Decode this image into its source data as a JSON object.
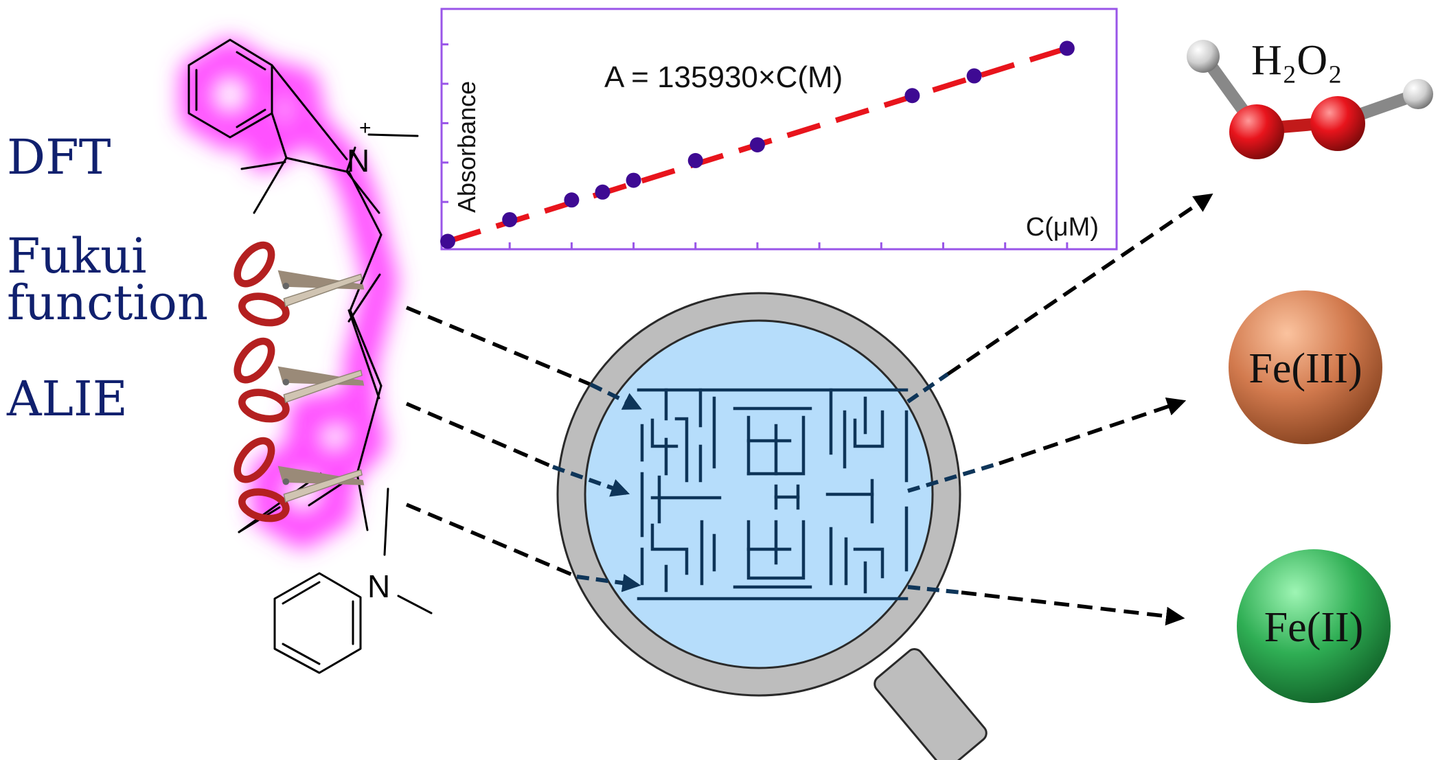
{
  "methods": [
    "DFT",
    "Fukui",
    "function",
    "ALIE"
  ],
  "molecule": {
    "n_top": "N",
    "n_plus": "+",
    "n_bottom": "N"
  },
  "chart_data": {
    "type": "scatter",
    "title": "",
    "equation": "A = 135930×C(M)",
    "xlabel": "C(μM)",
    "ylabel": "Absorbance",
    "x": [
      0,
      1,
      2,
      2.5,
      3,
      4,
      5,
      7.5,
      8.5,
      10
    ],
    "y": [
      0,
      0.11,
      0.21,
      0.25,
      0.31,
      0.41,
      0.49,
      0.74,
      0.84,
      0.98
    ],
    "fit": {
      "slope": 0.098,
      "intercept": 0.0,
      "style": "dashed",
      "color": "#e8141c"
    },
    "xlim": [
      -0.1,
      10.8
    ],
    "ylim": [
      -0.04,
      1.18
    ],
    "x_ticks": [
      0,
      1,
      2,
      3,
      4,
      5,
      6,
      7,
      8,
      9,
      10
    ],
    "y_ticks": [
      0,
      0.2,
      0.4,
      0.6,
      0.8,
      1.0
    ],
    "tick_labels_shown": false,
    "point_color": "#3e0a93",
    "frame_color": "#9955e8"
  },
  "targets": [
    {
      "label": "H₂O₂"
    },
    {
      "label": "Fe(III)",
      "color": "#d27a4e"
    },
    {
      "label": "Fe(II)",
      "color": "#2fae54"
    }
  ],
  "colors": {
    "text_blue": "#10206e",
    "glow": "#ff4dff",
    "lens": "#b6ddfb",
    "maze": "#0e3559",
    "rim": "#bdbdbd"
  }
}
